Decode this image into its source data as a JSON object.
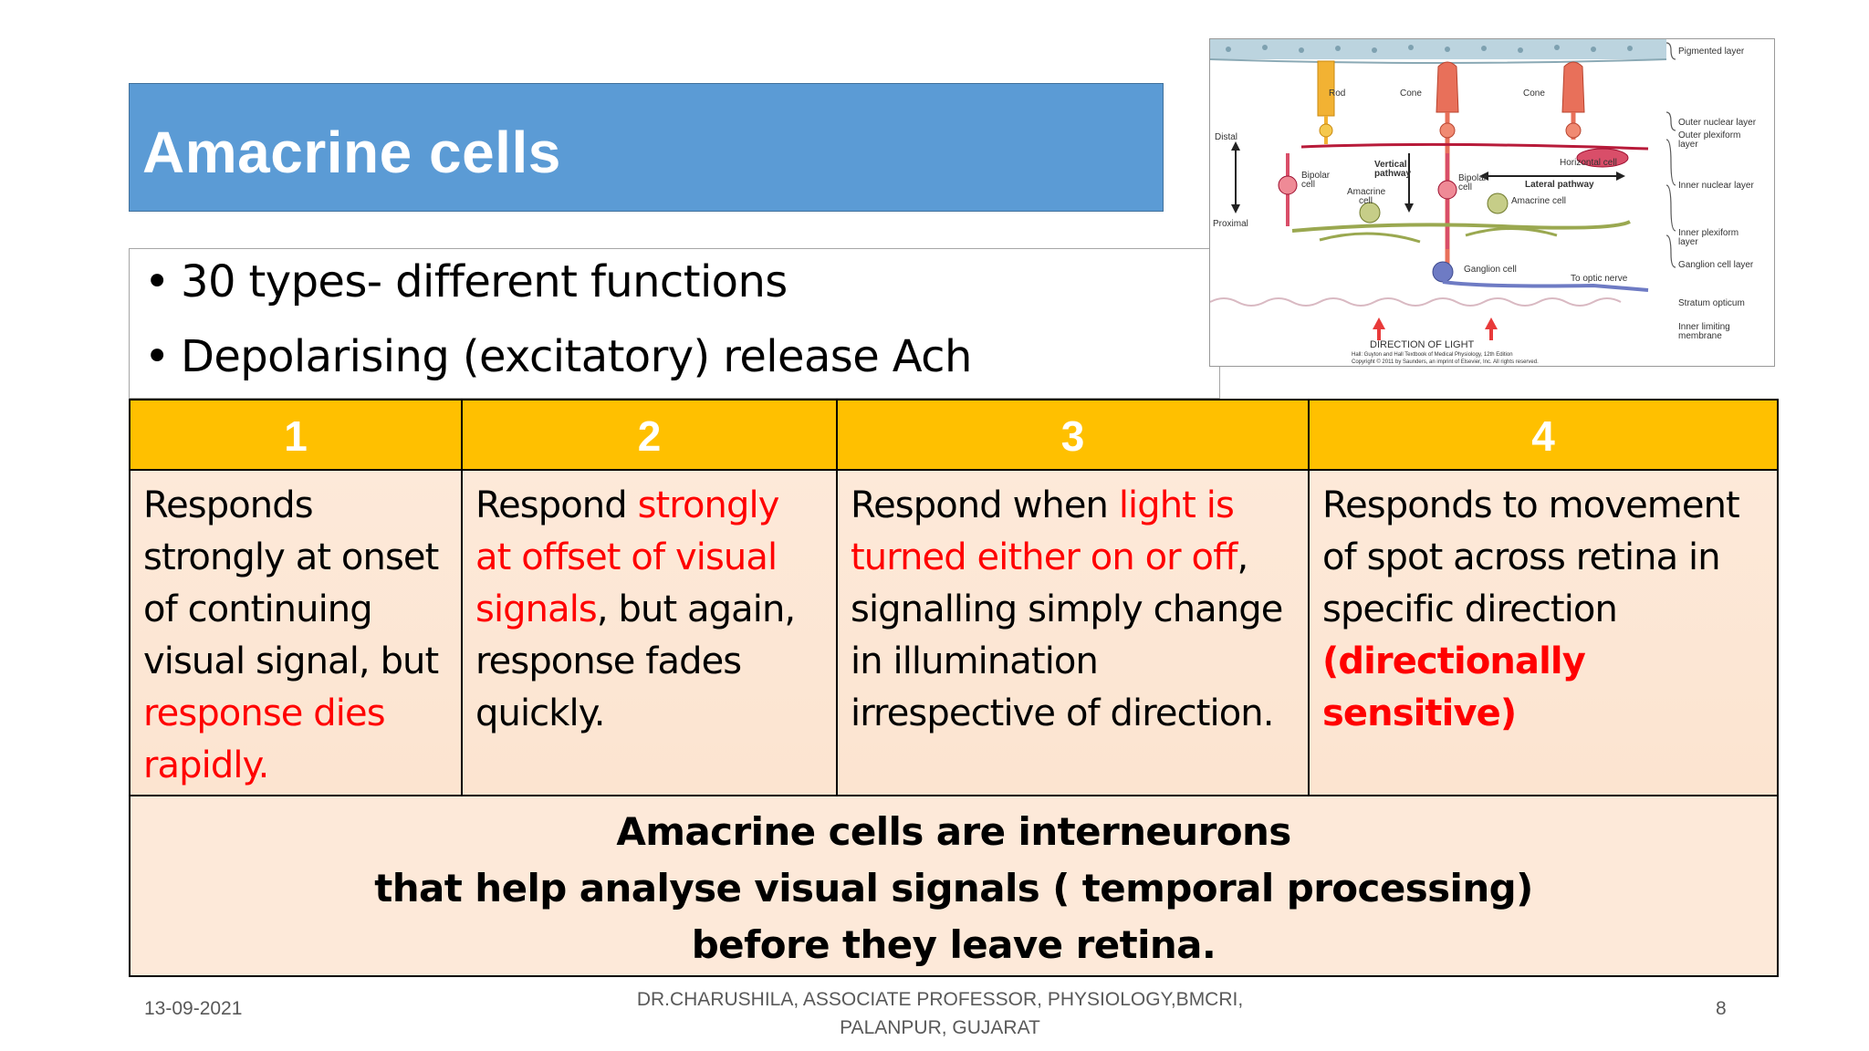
{
  "slide": {
    "title": "Amacrine cells",
    "bullets": [
      "30 types- different functions",
      "Depolarising (excitatory) release Ach"
    ]
  },
  "diagram": {
    "labels": {
      "pigmented": "Pigmented layer",
      "rod": "Rod",
      "cone1": "Cone",
      "cone2": "Cone",
      "outer_nuclear": "Outer nuclear layer",
      "outer_plexiform_1": "Outer plexiform",
      "outer_plexiform_2": "layer",
      "distal": "Distal",
      "proximal": "Proximal",
      "vertical_1": "Vertical",
      "vertical_2": "pathway",
      "horizontal_cell": "Horizontal cell",
      "bipolar_left_1": "Bipolar",
      "bipolar_left_2": "cell",
      "bipolar_right_1": "Bipolar",
      "bipolar_right_2": "cell",
      "lateral": "Lateral pathway",
      "inner_nuclear": "Inner nuclear layer",
      "amacrine_left_1": "Amacrine",
      "amacrine_left_2": "cell",
      "amacrine_right": "Amacrine cell",
      "inner_plexiform_1": "Inner plexiform",
      "inner_plexiform_2": "layer",
      "ganglion_cell": "Ganglion cell",
      "optic_nerve": "To optic nerve",
      "ganglion_layer": "Ganglion cell layer",
      "stratum": "Stratum opticum",
      "inner_limiting_1": "Inner limiting",
      "inner_limiting_2": "membrane",
      "direction": "DIRECTION OF LIGHT",
      "credit_1": "Hall: Guyton and Hall Textbook of Medical Physiology, 12th Edition",
      "credit_2": "Copyright © 2011 by Saunders, an imprint of Elsevier, Inc. All rights reserved."
    },
    "colors": {
      "photoreceptor": "#e8705a",
      "rod": "#f2b233",
      "amacrine": "#9aa850",
      "ganglion": "#6e7bc4",
      "pathway": "#b81b3a"
    }
  },
  "table": {
    "headers": [
      "1",
      "2",
      "3",
      "4"
    ],
    "cells": [
      [
        {
          "text": "Responds strongly at  onset of continuing visual signal, but ",
          "red": false
        },
        {
          "text": "response dies rapidly.",
          "red": true
        }
      ],
      [
        {
          "text": "Respond ",
          "red": false
        },
        {
          "text": "strongly at  offset of visual signals",
          "red": true
        },
        {
          "text": ", but again, response fades quickly.",
          "red": false
        }
      ],
      [
        {
          "text": "Respond when  ",
          "red": false
        },
        {
          "text": "light is turned either on or off",
          "red": true
        },
        {
          "text": ", signalling simply  change in illumination irrespective of direction.",
          "red": false
        }
      ],
      [
        {
          "text": "Responds to movement of spot across  retina in specific direction ",
          "red": false
        },
        {
          "text": "(directionally sensitive)",
          "red": true,
          "bold": true
        }
      ]
    ],
    "summary": [
      "Amacrine cells are interneurons",
      "that help analyse visual signals ( temporal processing)",
      "before they  leave  retina."
    ],
    "colors": {
      "header_bg": "#ffc000",
      "cell_bg": "#fde9d9",
      "highlight": "#ff0000"
    }
  },
  "footer": {
    "date": "13-09-2021",
    "author_line1": "DR.CHARUSHILA, ASSOCIATE PROFESSOR, PHYSIOLOGY,BMCRI,",
    "author_line2": "PALANPUR, GUJARAT",
    "page": "8"
  },
  "theme": {
    "title_bg": "#5b9bd5",
    "title_text": "#ffffff"
  }
}
